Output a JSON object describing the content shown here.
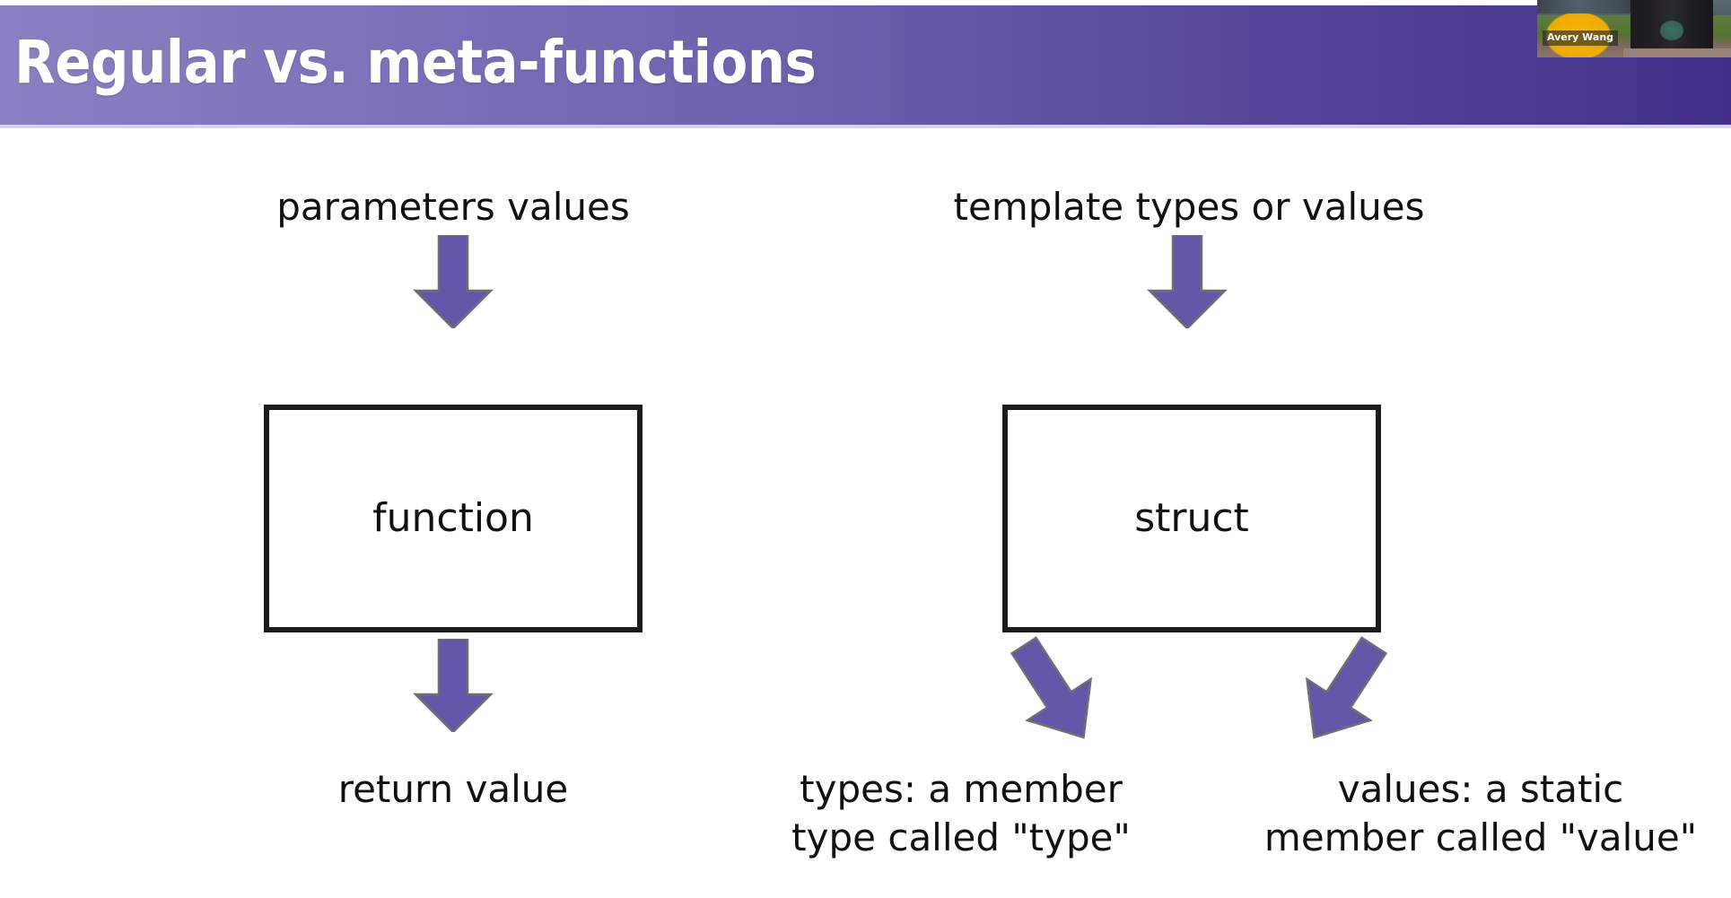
{
  "slide": {
    "title": "Regular vs. meta-functions",
    "background_color": "#ffffff",
    "title_bar": {
      "gradient_start_color": "#8a80c2",
      "gradient_end_color": "#44308a",
      "text_color": "#ffffff"
    },
    "accent_color": "#6257a8",
    "box_border_color": "#1c1c1c"
  },
  "webcam": {
    "participant_name": "Avery Wang"
  },
  "diagram": {
    "left_column": {
      "input_label": "parameters values",
      "box_label": "function",
      "output_label": "return value",
      "input_arrow_icon": "arrow-down-icon",
      "output_arrow_icon": "arrow-down-icon"
    },
    "right_column": {
      "input_label": "template types or values",
      "box_label": "struct",
      "input_arrow_icon": "arrow-down-icon",
      "output_left_arrow_icon": "arrow-down-left-icon",
      "output_right_arrow_icon": "arrow-down-right-icon",
      "output_label_types_line1": "types: a member",
      "output_label_types_line2": "type called \"type\"",
      "output_label_values_line1": "values: a static",
      "output_label_values_line2": "member called \"value\""
    }
  }
}
